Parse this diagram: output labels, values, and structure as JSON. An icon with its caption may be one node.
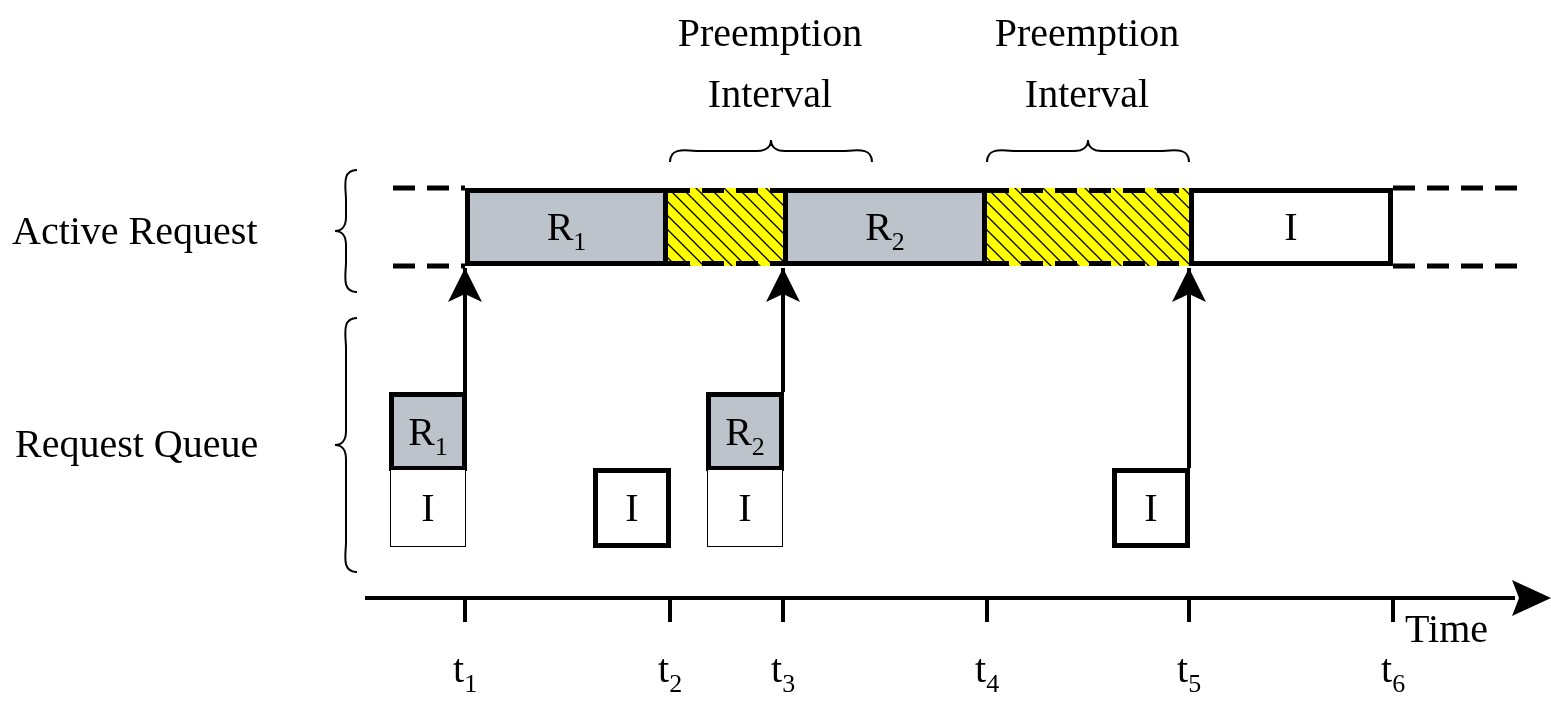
{
  "diagram": {
    "nodes": [
      {
        "text": [
          "R$_{1}$"
        ]
      },
      {
        "text": [],
        "shape": "box"
      },
      {
        "text": [
          "R$_{2}$"
        ]
      },
      {
        "text": [],
        "shape": "box"
      },
      {
        "text": [
          "I"
        ]
      },
      {
        "text": [
          "R$_{1}$"
        ]
      },
      {
        "text": [
          "I"
        ]
      },
      {
        "text": [
          "I"
        ]
      },
      {
        "text": [
          "R$_{2}$"
        ]
      },
      {
        "text": [
          "I"
        ]
      },
      {
        "text": [
          "I"
        ]
      }
    ],
    "edges": [
      {
        "from": 5,
        "to": 0,
        "arrow": "to"
      },
      {
        "from": 8,
        "to": 2,
        "arrow": "to"
      },
      {
        "from": 10,
        "to": 4,
        "arrow": "to"
      }
    ],
    "labels": [
      "Preemption Interval",
      "Preemption Interval",
      "Active Request",
      "Request Queue",
      "Time",
      "t$_{1}$",
      "t$_{2}$",
      "t$_{3}$",
      "t$_{4}$",
      "t$_{5}$",
      "t$_{6}$"
    ]
  }
}
